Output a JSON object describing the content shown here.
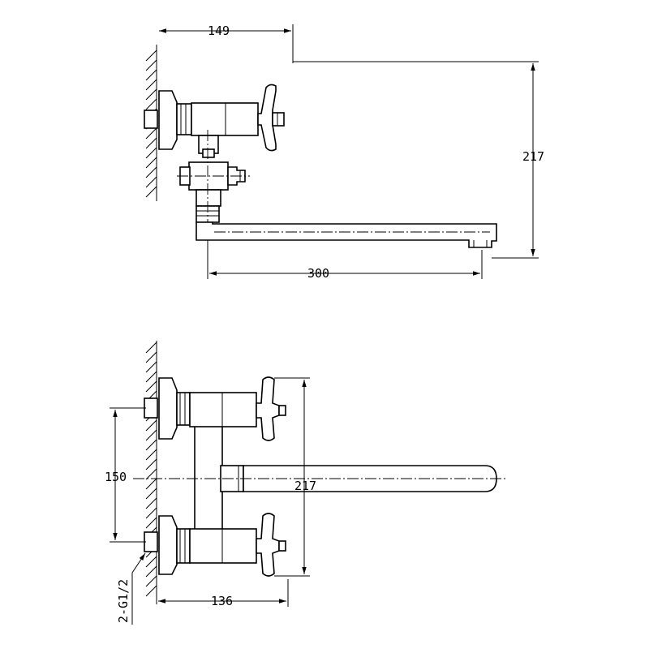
{
  "top_view": {
    "dim_wall_to_spout_top": "149",
    "dim_height": "217",
    "dim_spout_reach": "300"
  },
  "front_view": {
    "dim_inlet_spacing": "150",
    "dim_height": "217",
    "dim_depth": "136",
    "thread_label": "2-G1/2"
  }
}
